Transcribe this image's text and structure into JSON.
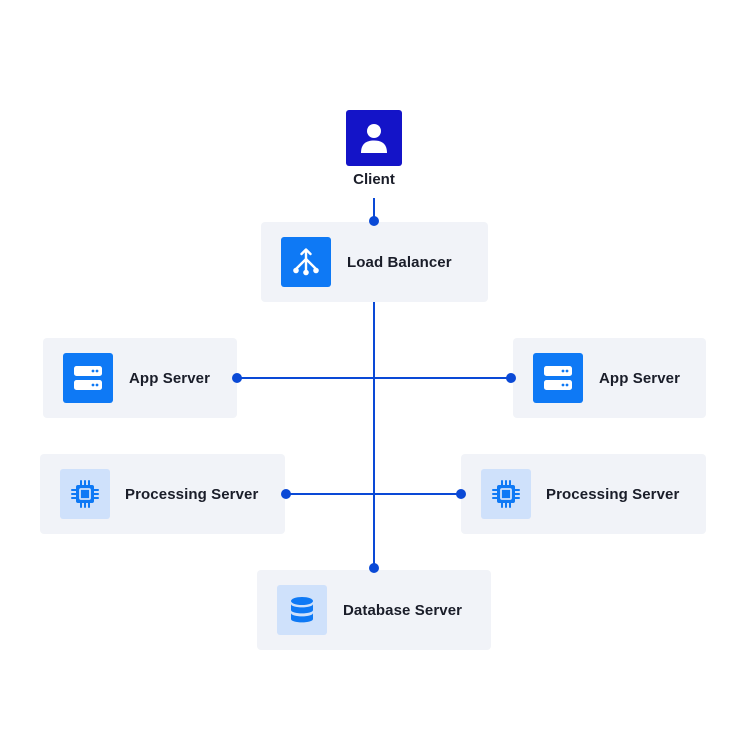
{
  "colors": {
    "accent": "#0e79f5",
    "accent_light": "#cfe1fb",
    "client_accent": "#1414c8",
    "connector": "#0a49d6",
    "node_background": "#f1f3f8"
  },
  "client": {
    "label": "Client",
    "icon": "user-icon"
  },
  "load_balancer": {
    "label": "Load Balancer",
    "icon": "load-balancer-icon"
  },
  "app_servers": [
    {
      "label": "App Server",
      "icon": "server-icon"
    },
    {
      "label": "App Server",
      "icon": "server-icon"
    }
  ],
  "processing_servers": [
    {
      "label": "Processing Server",
      "icon": "cpu-chip-icon"
    },
    {
      "label": "Processing Server",
      "icon": "cpu-chip-icon"
    }
  ],
  "database_server": {
    "label": "Database Server",
    "icon": "database-icon"
  }
}
